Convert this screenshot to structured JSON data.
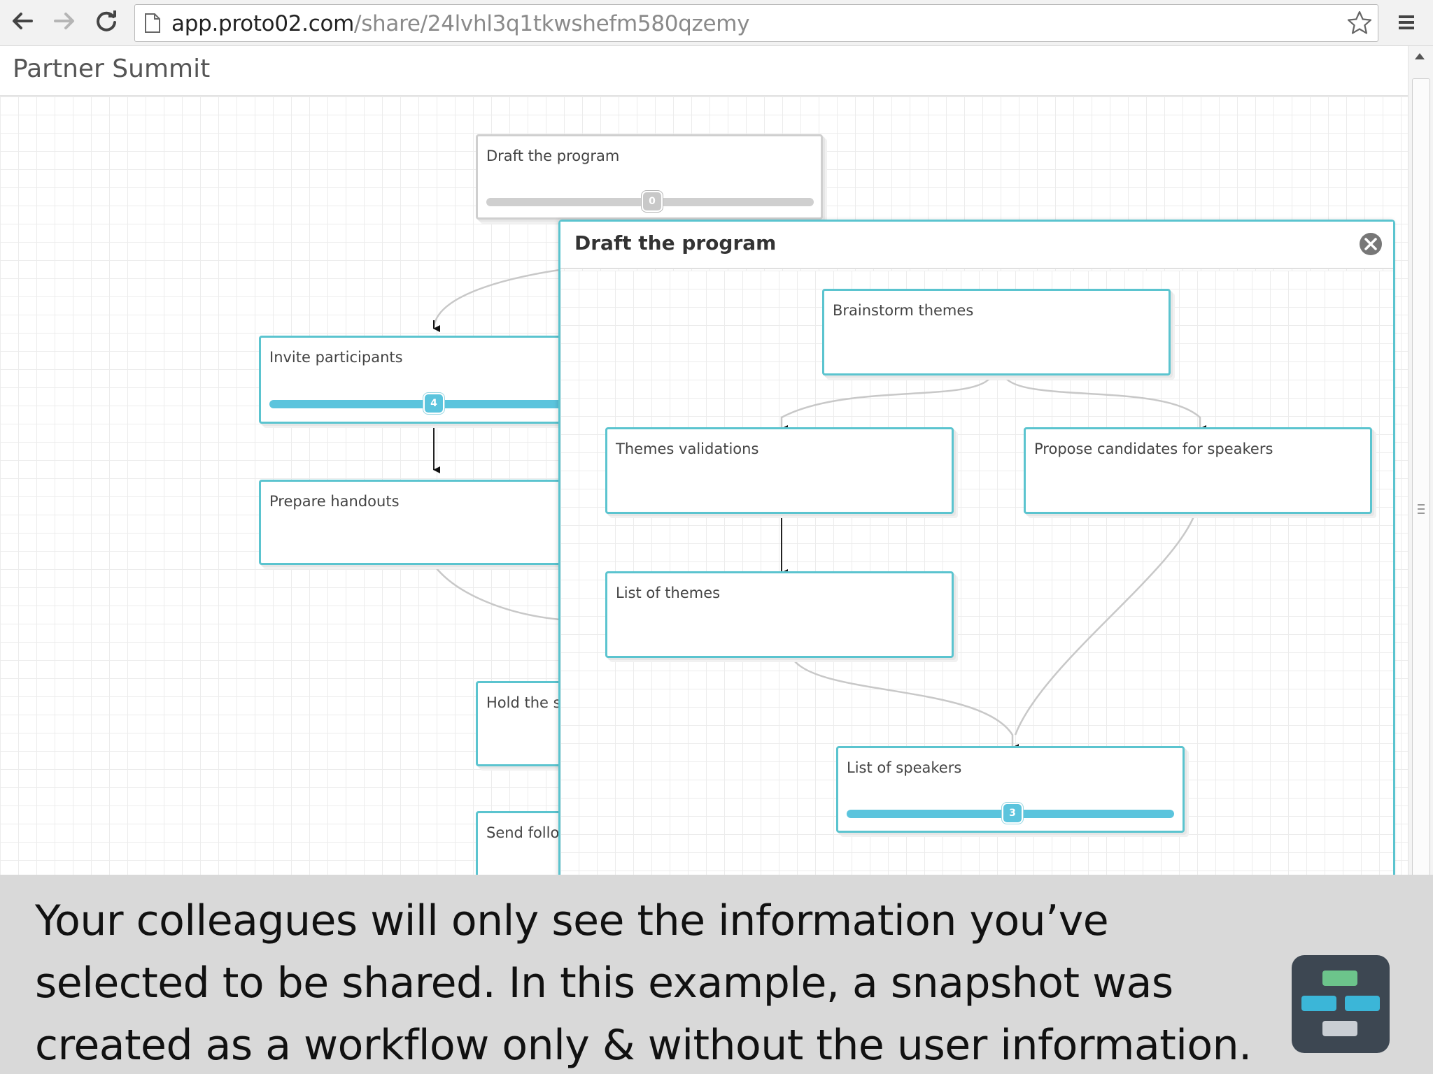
{
  "browser": {
    "url_host": "app.proto02.com",
    "url_path": "/share/24lvhl3q1tkwshefm580qzemy",
    "icons": [
      "back-icon",
      "forward-icon",
      "reload-icon",
      "page-icon",
      "star-icon",
      "menu-icon"
    ]
  },
  "app": {
    "title": "Partner Summit"
  },
  "workflow": {
    "nodes": [
      {
        "label": "Draft the program",
        "progress_value": "0",
        "progress": 0.5
      },
      {
        "label": "Invite participants",
        "progress_value": "4",
        "progress": 0.5
      },
      {
        "label": "Prepare handouts"
      },
      {
        "label": "Hold the s"
      },
      {
        "label": "Send follo"
      }
    ]
  },
  "dialog": {
    "title": "Draft the program",
    "nodes": [
      {
        "label": "Brainstorm themes"
      },
      {
        "label": "Themes validations"
      },
      {
        "label": "Propose candidates for speakers"
      },
      {
        "label": "List of themes"
      },
      {
        "label": "List of speakers",
        "progress_value": "3",
        "progress": 0.5
      }
    ]
  },
  "caption": {
    "text": "Your colleagues will only see the information you’ve selected to be shared. In this example, a snapshot was created as a workflow only & without the user information."
  },
  "colors": {
    "accent": "#5bc4cf",
    "progress": "#5bc4dd",
    "logo_bg": "#3d4752",
    "logo_green": "#6cc48b",
    "logo_blue": "#3bb6d8",
    "logo_gray": "#c9ced4"
  }
}
